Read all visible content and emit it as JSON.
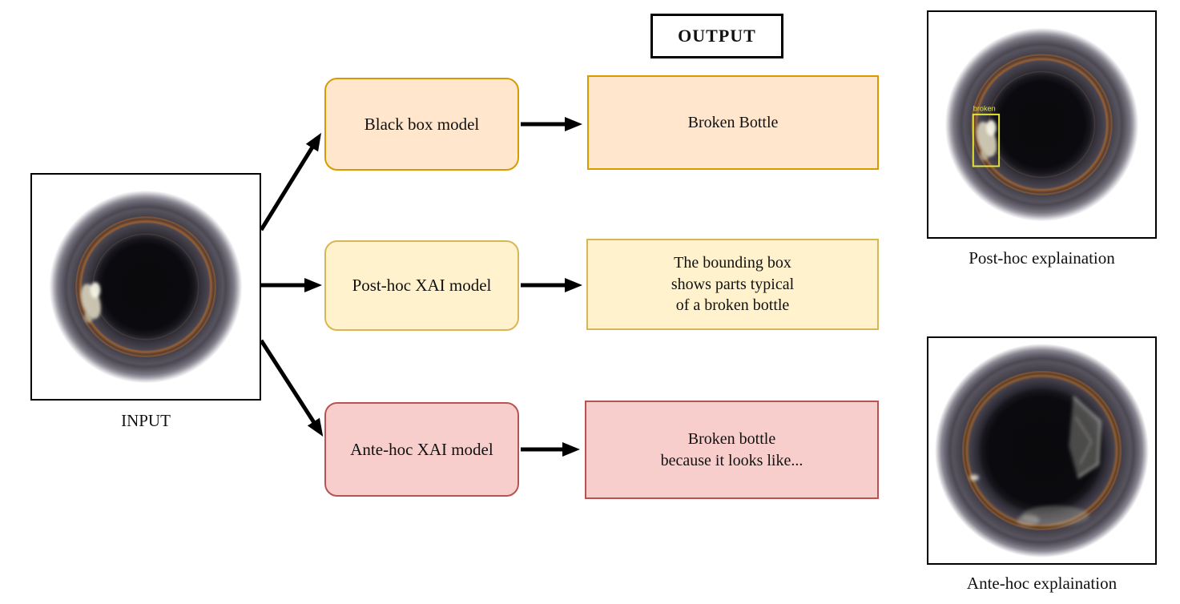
{
  "title_box": {
    "label": "OUTPUT"
  },
  "input": {
    "caption": "INPUT"
  },
  "models": [
    {
      "id": "black-box-model",
      "label": "Black box model",
      "fill": "#ffe6cc",
      "stroke": "#d79b00"
    },
    {
      "id": "post-hoc-xai-model",
      "label": "Post-hoc XAI model",
      "fill": "#fff2cc",
      "stroke": "#d6b656"
    },
    {
      "id": "ante-hoc-xai-model",
      "label": "Ante-hoc XAI model",
      "fill": "#f8cecc",
      "stroke": "#b85450"
    }
  ],
  "outputs": [
    {
      "id": "black-box-output",
      "lines": [
        "Broken Bottle"
      ],
      "fill": "#ffe6cc",
      "stroke": "#d79b00"
    },
    {
      "id": "post-hoc-output",
      "lines": [
        "The bounding box",
        "shows parts typical",
        "of a broken bottle"
      ],
      "fill": "#fff2cc",
      "stroke": "#d6b656"
    },
    {
      "id": "ante-hoc-output",
      "lines": [
        "Broken bottle",
        "because it looks like..."
      ],
      "fill": "#f8cecc",
      "stroke": "#b85450"
    }
  ],
  "explanations": [
    {
      "caption": "Post-hoc explaination",
      "bbox_label": "broken",
      "bbox_color": "#e3e53a"
    },
    {
      "caption": "Ante-hoc explaination"
    }
  ],
  "colors": {
    "arrow": "#000000",
    "frame_border": "#000000"
  }
}
